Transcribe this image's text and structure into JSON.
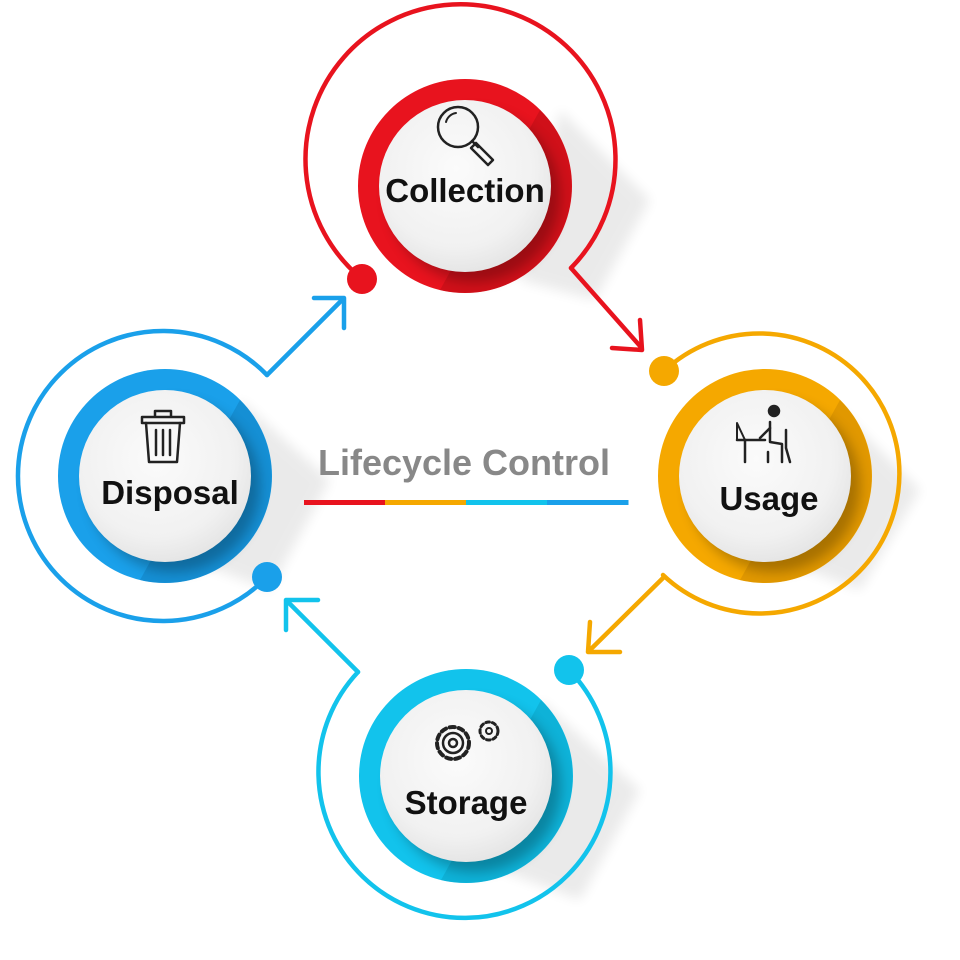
{
  "center": {
    "title": "Lifecycle Control",
    "title_color": "#888888",
    "underline_colors": [
      "#e8131e",
      "#f5a800",
      "#12c3ec",
      "#1aa0ea"
    ]
  },
  "nodes": [
    {
      "id": "collection",
      "label": "Collection",
      "color": "#e8131e",
      "dark": "#b30d15",
      "icon": "magnifier-icon"
    },
    {
      "id": "usage",
      "label": "Usage",
      "color": "#f5a800",
      "dark": "#c98600",
      "icon": "person-at-desk-icon"
    },
    {
      "id": "storage",
      "label": "Storage",
      "color": "#12c3ec",
      "dark": "#0a9dc0",
      "icon": "gears-icon"
    },
    {
      "id": "disposal",
      "label": "Disposal",
      "color": "#1aa0ea",
      "dark": "#0f7bbb",
      "icon": "trash-can-icon"
    }
  ],
  "flow": [
    "Collection",
    "Usage",
    "Storage",
    "Disposal",
    "Collection"
  ]
}
